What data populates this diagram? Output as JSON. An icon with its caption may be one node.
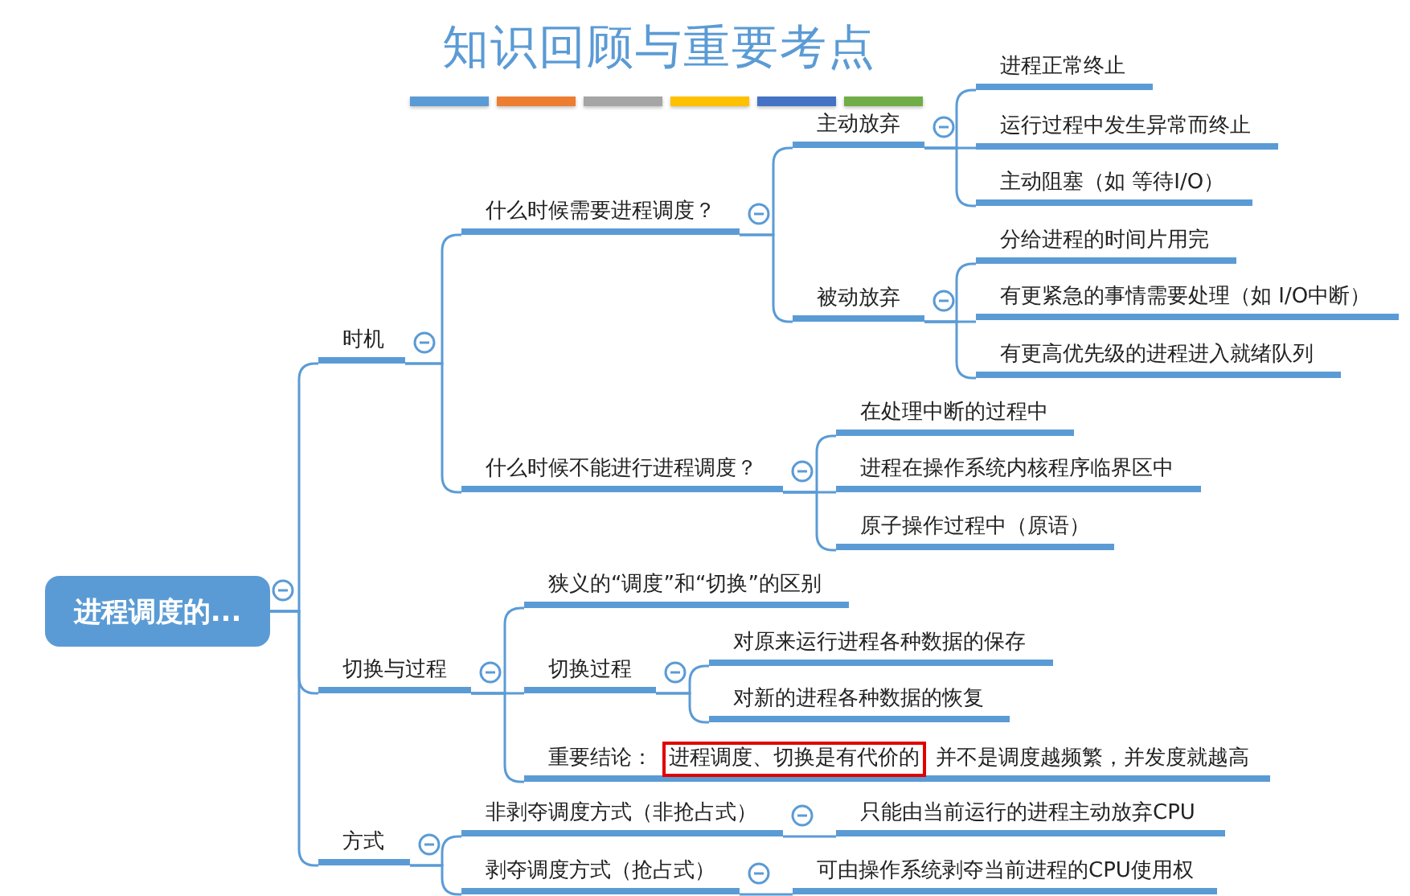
{
  "diagram": {
    "title": "知识回顾与重要考点",
    "nodes": [
      {
        "text": [
          "进程调度的..."
        ]
      },
      {
        "text": [
          "时机"
        ]
      },
      {
        "text": [
          "什么时候需要进程调度？"
        ]
      },
      {
        "text": [
          "主动放弃"
        ]
      },
      {
        "text": [
          "进程正常终止"
        ]
      },
      {
        "text": [
          "运行过程中发生异常而终止"
        ]
      },
      {
        "text": [
          "主动阻塞（如 等待I/O）"
        ]
      },
      {
        "text": [
          "被动放弃"
        ]
      },
      {
        "text": [
          "分给进程的时间片用完"
        ]
      },
      {
        "text": [
          "有更紧急的事情需要处理（如 I/O中断）"
        ]
      },
      {
        "text": [
          "有更高优先级的进程进入就绪队列"
        ]
      },
      {
        "text": [
          "什么时候不能进行进程调度？"
        ]
      },
      {
        "text": [
          "在处理中断的过程中"
        ]
      },
      {
        "text": [
          "进程在操作系统内核程序临界区中"
        ]
      },
      {
        "text": [
          "原子操作过程中（原语）"
        ]
      },
      {
        "text": [
          "切换与过程"
        ]
      },
      {
        "text": [
          "狭义的“调度”和“切换”的区别"
        ]
      },
      {
        "text": [
          "切换过程"
        ]
      },
      {
        "text": [
          "对原来运行进程各种数据的保存"
        ]
      },
      {
        "text": [
          "对新的进程各种数据的恢复"
        ]
      },
      {
        "text": [
          "重要结论：",
          "进程调度、切换是有代价的",
          "并不是调度越频繁，并发度就越高"
        ]
      },
      {
        "text": [
          "方式"
        ]
      },
      {
        "text": [
          "非剥夺调度方式（非抢占式）"
        ]
      },
      {
        "text": [
          "只能由当前运行的进程主动放弃CPU"
        ]
      },
      {
        "text": [
          "剥夺调度方式（抢占式）"
        ]
      },
      {
        "text": [
          "可由操作系统剥夺当前进程的CPU使用权"
        ]
      }
    ],
    "edges": [
      {
        "from": 0,
        "to": 1,
        "arrow": "none"
      },
      {
        "from": 0,
        "to": 15,
        "arrow": "none"
      },
      {
        "from": 0,
        "to": 21,
        "arrow": "none"
      },
      {
        "from": 1,
        "to": 2,
        "arrow": "none"
      },
      {
        "from": 1,
        "to": 11,
        "arrow": "none"
      },
      {
        "from": 2,
        "to": 3,
        "arrow": "none"
      },
      {
        "from": 2,
        "to": 7,
        "arrow": "none"
      },
      {
        "from": 3,
        "to": 4,
        "arrow": "none"
      },
      {
        "from": 3,
        "to": 5,
        "arrow": "none"
      },
      {
        "from": 3,
        "to": 6,
        "arrow": "none"
      },
      {
        "from": 7,
        "to": 8,
        "arrow": "none"
      },
      {
        "from": 7,
        "to": 9,
        "arrow": "none"
      },
      {
        "from": 7,
        "to": 10,
        "arrow": "none"
      },
      {
        "from": 11,
        "to": 12,
        "arrow": "none"
      },
      {
        "from": 11,
        "to": 13,
        "arrow": "none"
      },
      {
        "from": 11,
        "to": 14,
        "arrow": "none"
      },
      {
        "from": 15,
        "to": 16,
        "arrow": "none"
      },
      {
        "from": 15,
        "to": 17,
        "arrow": "none"
      },
      {
        "from": 15,
        "to": 20,
        "arrow": "none"
      },
      {
        "from": 17,
        "to": 18,
        "arrow": "none"
      },
      {
        "from": 17,
        "to": 19,
        "arrow": "none"
      },
      {
        "from": 21,
        "to": 22,
        "arrow": "none"
      },
      {
        "from": 21,
        "to": 24,
        "arrow": "none"
      },
      {
        "from": 22,
        "to": 23,
        "arrow": "none"
      },
      {
        "from": 24,
        "to": 25,
        "arrow": "none"
      }
    ]
  }
}
